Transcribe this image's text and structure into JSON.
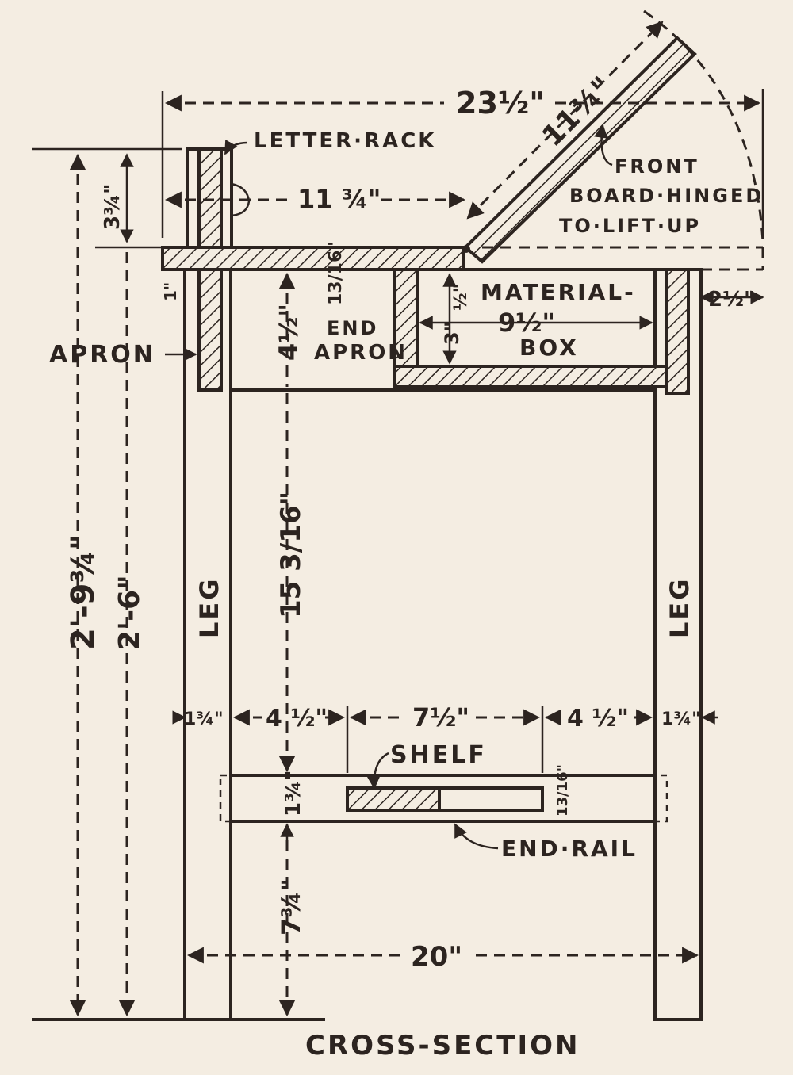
{
  "labels": {
    "letter_rack": "LETTER·RACK",
    "front_line1": "FRONT",
    "front_line2": "BOARD·HINGED",
    "front_line3": "TO·LIFT·UP",
    "material": "MATERIAL-",
    "box": "BOX",
    "end": "END",
    "apron_end": "APRON",
    "apron": "APRON",
    "leg_left": "LEG",
    "leg_right": "LEG",
    "shelf": "SHELF",
    "end_rail": "END·RAIL",
    "caption": "CROSS-SECTION"
  },
  "dimensions": {
    "overall_width": "23½\"",
    "hinged_board": "11¾\"",
    "top_inner": "11 ¾\"",
    "rack_height": "3¾\"",
    "overall_height": "2'-9¾\"",
    "table_height": "2'-6\"",
    "top_thickness": "13/16\"",
    "apron_depth": "4½\"",
    "apron_offset": "1\"",
    "box_inner": "9½\"",
    "box_offset": "½\"",
    "box_depth": "3\"",
    "overhang": "2½\"",
    "leg_to_rail": "15 3/16\"",
    "leg_width_left": "1¾\"",
    "gap_left": "4 ½\"",
    "shelf_width": "7½\"",
    "gap_right": "4 ½\"",
    "leg_width_right": "1¾\"",
    "rail_depth": "1¾\"",
    "shelf_thickness": "13/16\"",
    "rail_height": "7¾\"",
    "base_width": "20\""
  }
}
